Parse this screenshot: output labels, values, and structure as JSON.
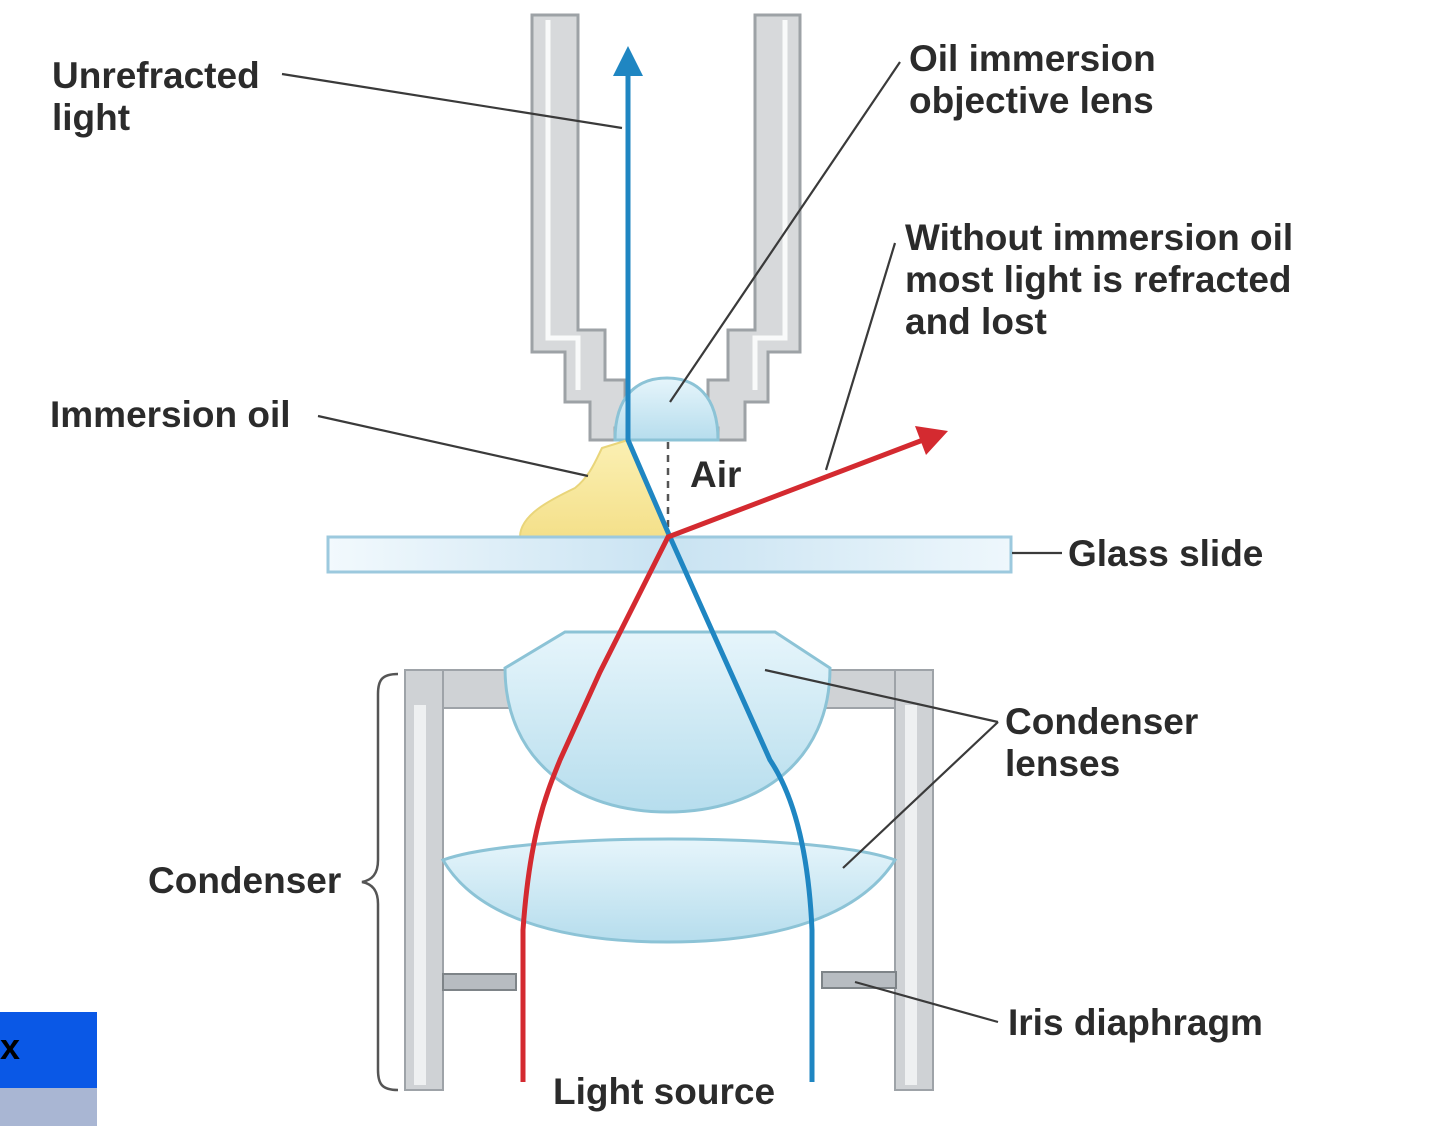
{
  "labels": {
    "unrefracted": [
      "Unrefracted",
      "light"
    ],
    "objective": [
      "Oil immersion",
      "objective lens"
    ],
    "without_oil": [
      "Without immersion oil",
      "most light is refracted",
      "and lost"
    ],
    "immersion_oil": "Immersion oil",
    "air": "Air",
    "glass_slide": "Glass slide",
    "condenser_lenses": [
      "Condenser",
      "lenses"
    ],
    "condenser": "Condenser",
    "iris": "Iris diaphragm",
    "light_source": "Light source"
  },
  "corner_tab": {
    "text": "x"
  },
  "colors": {
    "unrefracted_ray": "#1f86c2",
    "refracted_ray": "#d42a30",
    "immersion_oil": "#f8eaa0",
    "lens_fill": "#c6e6f3",
    "slide_fill": "#dcedf7"
  }
}
